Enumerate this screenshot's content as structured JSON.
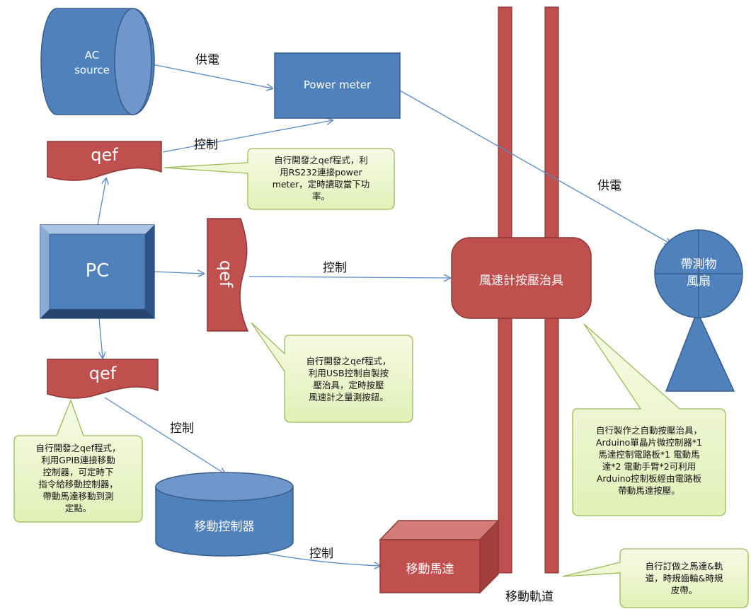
{
  "nodes": {
    "ac_source": "AC\nsource",
    "power_meter": "Power meter",
    "qef_top": "qef",
    "pc": "PC",
    "qef_mid": "qef",
    "qef_bottom": "qef",
    "anemometer_fixture": "風速計按壓治具",
    "fan": "帶測物\n風扇",
    "motion_controller": "移動控制器",
    "motion_motor": "移動馬達",
    "rail": "移動軌道"
  },
  "edge_labels": {
    "power_1": "供電",
    "power_2": "供電",
    "control_top": "控制",
    "control_mid": "控制",
    "control_bottom": "控制",
    "control_motor": "控制"
  },
  "callouts": {
    "power_meter_note": "自行開發之qef程式，利\n用RS232連接power\nmeter，定時讀取當下功\n率。",
    "usb_note": "自行開發之qef程式，\n利用USB控制自製按\n壓治具，定時按壓\n風速計之量測按鈕。",
    "gpib_note": "自行開發之qef程式，\n利用GPIB連接移動\n控制器，可定時下\n指令給移動控制器，\n帶動馬達移動到測\n定點。",
    "fixture_note": "自行製作之自動按壓治具，\nArduino單晶片微控制器*1\n馬達控制電路板*1 電動馬\n達*2 電動手臂*2可利用\nArduino控制板經由電路板\n帶動馬達按壓。",
    "motor_note": "自行訂做之馬達&軌\n道，時規齒輪&時規\n皮帶。"
  },
  "colors": {
    "blue_fill": "#4f81bd",
    "blue_stroke": "#385d8a",
    "red_fill": "#c0504d",
    "red_stroke": "#8c3836",
    "callout_fill": "#ebf5c8",
    "callout_stroke": "#9bbb59",
    "arrow": "#5b8ac6"
  }
}
